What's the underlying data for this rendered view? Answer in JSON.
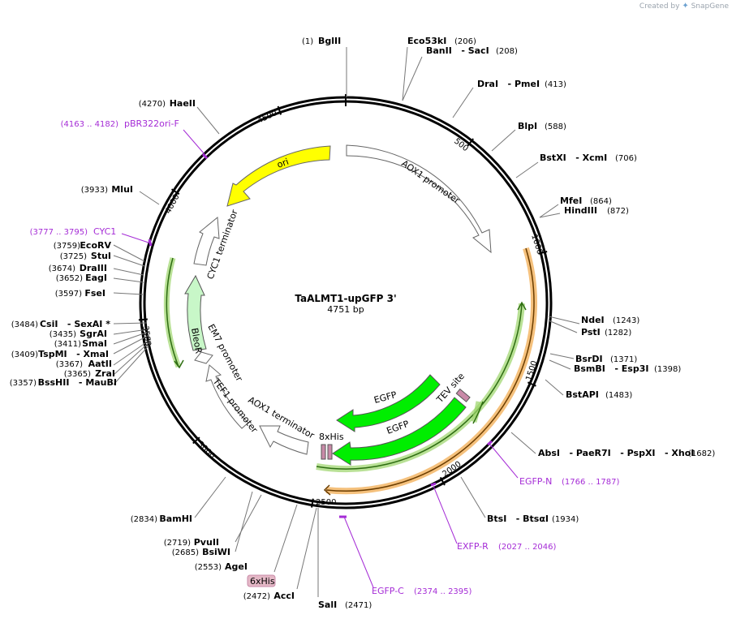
{
  "branding": {
    "created_by": "Created by",
    "app": "SnapGene",
    "logo_icon": "snapgene-logo-icon"
  },
  "plasmid": {
    "name": "TaALMT1-upGFP 3'",
    "length": "4751 bp"
  },
  "ticks": [
    "500",
    "1000",
    "1500",
    "2000",
    "2500",
    "3000",
    "3500",
    "4000",
    "4500"
  ],
  "features": {
    "ori": "ori",
    "aox1_promoter": "AOX1 promoter",
    "cyc1_terminator": "CYC1 terminator",
    "bleor": "BleoR",
    "em7_promoter": "EM7 promoter",
    "tef1_promoter": "TEF1 promoter",
    "aox1_terminator": "AOX1 terminator",
    "egfp1": "EGFP",
    "egfp2": "EGFP",
    "tev_site": "TEV site",
    "his8": "8xHis",
    "his6": "6xHis"
  },
  "sites_right": [
    {
      "enzyme": "BglII",
      "pos": "(1)"
    },
    {
      "enzyme": "Eco53kI",
      "pos": "(206)"
    },
    {
      "enzyme": "BanII   - SacI",
      "pos": "(208)"
    },
    {
      "enzyme": "DraI   - PmeI",
      "pos": "(413)"
    },
    {
      "enzyme": "BlpI",
      "pos": "(588)"
    },
    {
      "enzyme": "BstXI   - XcmI",
      "pos": "(706)"
    },
    {
      "enzyme": "MfeI",
      "pos": "(864)"
    },
    {
      "enzyme": "HindIII",
      "pos": "(872)"
    },
    {
      "enzyme": "NdeI",
      "pos": "(1243)"
    },
    {
      "enzyme": "PstI",
      "pos": "(1282)"
    },
    {
      "enzyme": "BsrDI",
      "pos": "(1371)"
    },
    {
      "enzyme": "BsmBI   - Esp3I",
      "pos": "(1398)"
    },
    {
      "enzyme": "BstAPI",
      "pos": "(1483)"
    },
    {
      "enzyme": "AbsI   - PaeR7I   - PspXI   - XhoI",
      "pos": "(1682)"
    },
    {
      "enzyme": "BtsI   - BtsαI",
      "pos": "(1934)"
    },
    {
      "enzyme": "SalI",
      "pos": "(2471)"
    }
  ],
  "sites_left": [
    {
      "enzyme": "HaeII",
      "pos": "(4270)"
    },
    {
      "enzyme": "MluI",
      "pos": "(3933)"
    },
    {
      "enzyme": "EcoRV",
      "pos": "(3759)"
    },
    {
      "enzyme": "StuI",
      "pos": "(3725)"
    },
    {
      "enzyme": "DraIII",
      "pos": "(3674)"
    },
    {
      "enzyme": "EagI",
      "pos": "(3652)"
    },
    {
      "enzyme": "FseI",
      "pos": "(3597)"
    },
    {
      "enzyme": "CsiI   - SexAI *",
      "pos": "(3484)"
    },
    {
      "enzyme": "SgrAI",
      "pos": "(3435)"
    },
    {
      "enzyme": "SmaI",
      "pos": "(3411)"
    },
    {
      "enzyme": "TspMI   - XmaI",
      "pos": "(3409)"
    },
    {
      "enzyme": "AatII",
      "pos": "(3367)"
    },
    {
      "enzyme": "ZraI",
      "pos": "(3365)"
    },
    {
      "enzyme": "BssHII   - MauBI",
      "pos": "(3357)"
    },
    {
      "enzyme": "BamHI",
      "pos": "(2834)"
    },
    {
      "enzyme": "PvuII",
      "pos": "(2719)"
    },
    {
      "enzyme": "BsiWI",
      "pos": "(2685)"
    },
    {
      "enzyme": "AgeI",
      "pos": "(2553)"
    },
    {
      "enzyme": "AccI",
      "pos": "(2472)"
    }
  ],
  "primers": [
    {
      "name": "pBR322ori-F",
      "pos": "(4163 .. 4182)"
    },
    {
      "name": "CYC1",
      "pos": "(3777 .. 3795)"
    },
    {
      "name": "EGFP-N",
      "pos": "(1766 .. 1787)"
    },
    {
      "name": "EXFP-R",
      "pos": "(2027 .. 2046)"
    },
    {
      "name": "EGFP-C",
      "pos": "(2374 .. 2395)"
    }
  ],
  "colors": {
    "ori": "#ffff00",
    "egfp": "#00ee00",
    "bleor": "#c8f7c8",
    "primer": "#a52cd6",
    "orange_band": "#f2b25c",
    "green_band": "#3a8e1e",
    "his_tag": "#c98aa8"
  }
}
